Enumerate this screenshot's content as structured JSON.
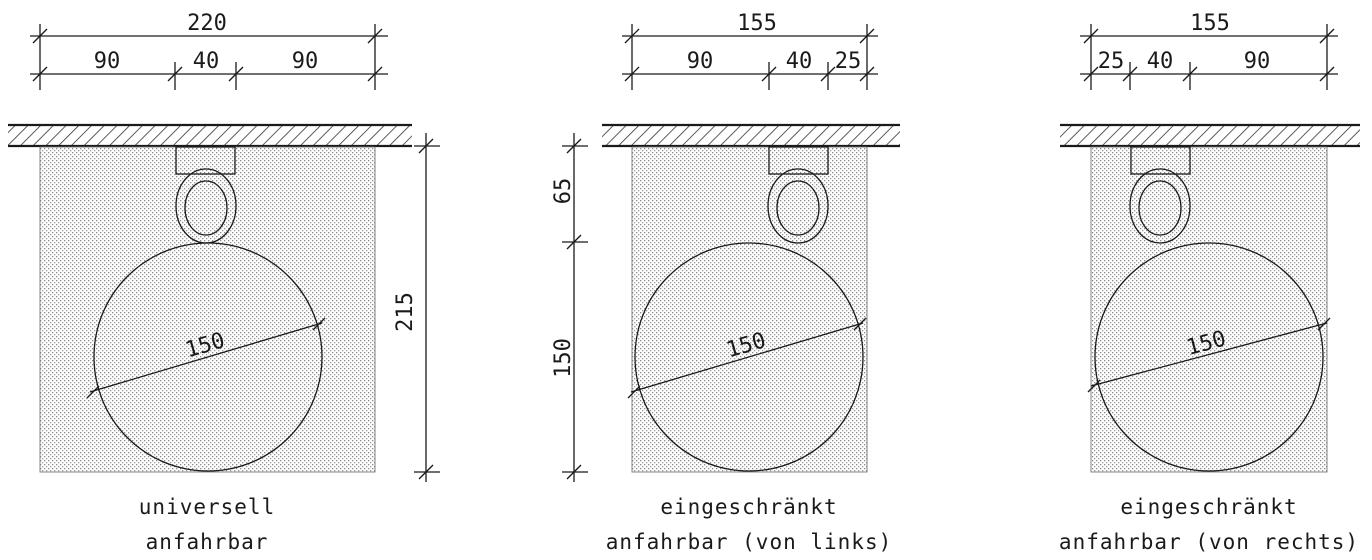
{
  "dims": {
    "a": {
      "total": "220",
      "left": "90",
      "mid": "40",
      "right": "90",
      "depth": "215",
      "diam": "150"
    },
    "b": {
      "total": "155",
      "left": "90",
      "mid": "40",
      "right": "25",
      "front": "65",
      "depth": "150",
      "diam": "150"
    },
    "c": {
      "total": "155",
      "left": "25",
      "mid": "40",
      "right": "90",
      "diam": "150"
    }
  },
  "captions": {
    "a": {
      "line1": "universell",
      "line2": "anfahrbar"
    },
    "b": {
      "line1": "eingeschränkt",
      "line2": "anfahrbar (von links)"
    },
    "c": {
      "line1": "eingeschränkt",
      "line2": "anfahrbar (von rechts)"
    }
  }
}
